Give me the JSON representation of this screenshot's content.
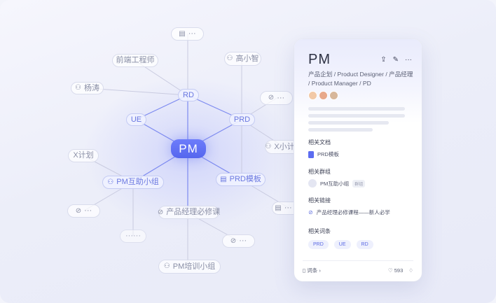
{
  "graph": {
    "center": "PM",
    "nodes": {
      "top": "···",
      "frontend": "前端工程师",
      "xiaozhi": "高小智",
      "yangtao": "杨涛",
      "rd": "RD",
      "link_top_right": "···",
      "ue": "UE",
      "prd": "PRD",
      "xplan_right": "X小计",
      "xplan_left": "X计划",
      "pm_group": "PM互助小组",
      "prd_template": "PRD模板",
      "link_left": "···",
      "course": "产品经理必修课",
      "doc_right": "···",
      "dots": "······",
      "link_bottom": "···",
      "training": "PM培训小组"
    }
  },
  "card": {
    "title": "PM",
    "actions": {
      "share": "⇪",
      "edit": "✎",
      "more": "···"
    },
    "subtitle": "产品企划 / Product Designer / 产品经理 / Product Manager / PD",
    "sections": {
      "docs_title": "相关文档",
      "doc_item": "PRD模板",
      "groups_title": "相关群组",
      "group_item": "PM互助小组",
      "group_tag": "群组",
      "links_title": "相关链接",
      "link_item": "产品经理必修课程——新人必学",
      "terms_title": "相关词条",
      "terms": [
        "PRD",
        "UE",
        "RD"
      ]
    },
    "footer": {
      "edit": "词条",
      "likes": "593",
      "arrow": "›"
    },
    "avatar_colors": [
      "#f2c9a6",
      "#e8a98a",
      "#d7b79a"
    ]
  }
}
